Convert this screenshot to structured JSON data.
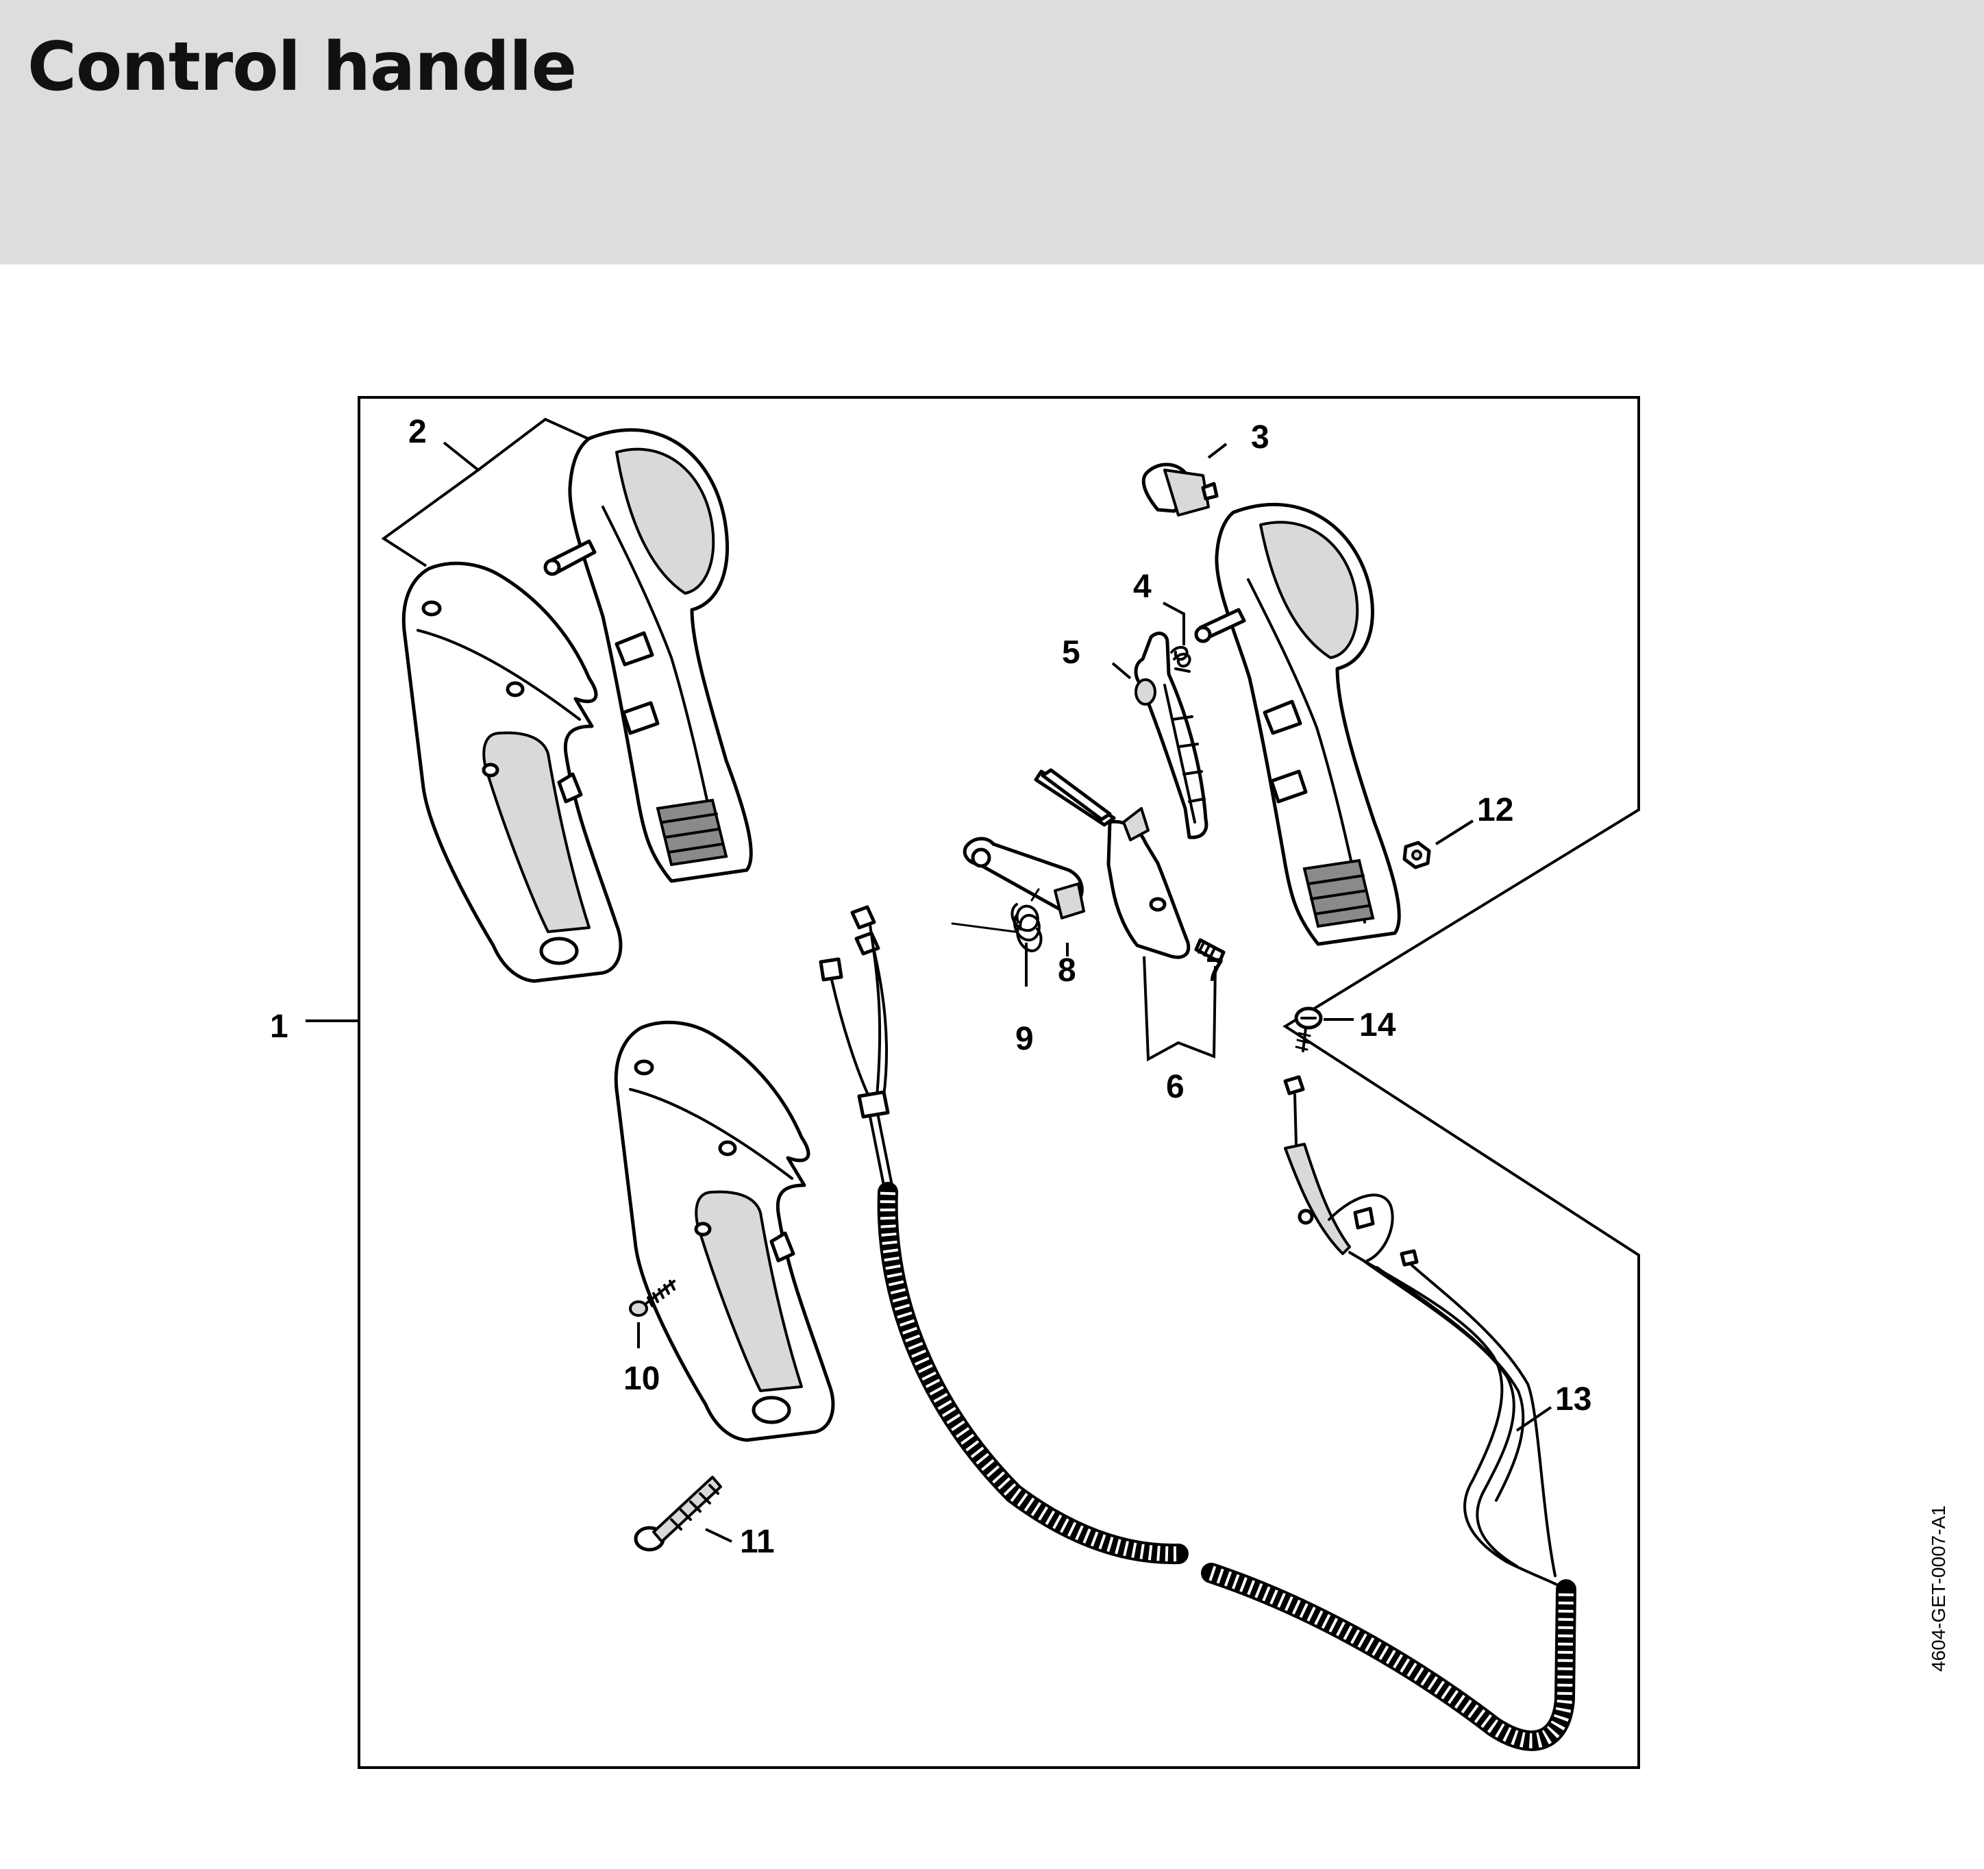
{
  "header": {
    "title": "Control handle",
    "background_color": "#dcdddc"
  },
  "diagram": {
    "callouts": {
      "c1": "1",
      "c2": "2",
      "c3": "3",
      "c4": "4",
      "c5": "5",
      "c6": "6",
      "c7": "7",
      "c8": "8",
      "c9": "9",
      "c10": "10",
      "c11": "11",
      "c12": "12",
      "c13": "13",
      "c14": "14"
    },
    "drawing_code": "4604-GET-0007-A1"
  }
}
